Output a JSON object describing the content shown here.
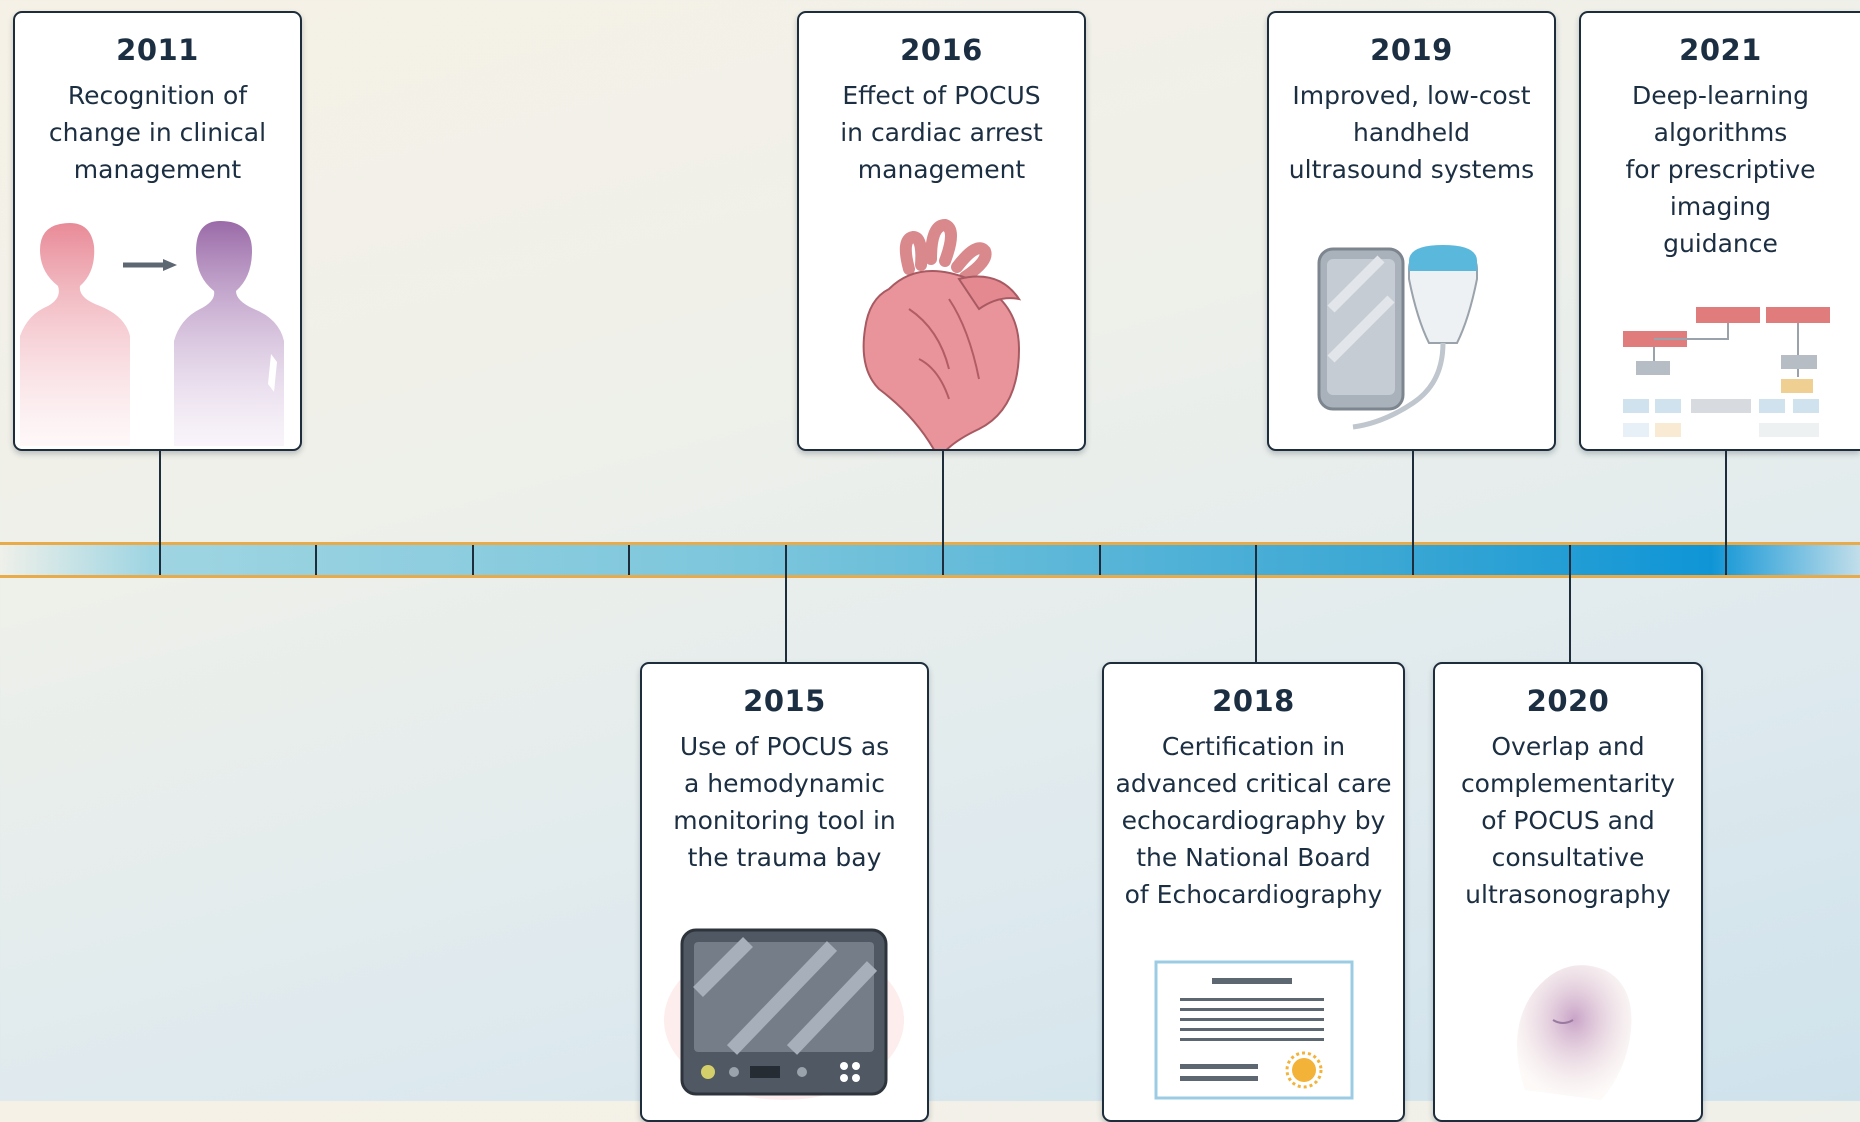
{
  "events": [
    {
      "id": "2011",
      "year": "2011",
      "text": [
        "Recognition of",
        "change in clinical",
        "management"
      ]
    },
    {
      "id": "2015",
      "year": "2015",
      "text": [
        "Use of POCUS as",
        "a hemodynamic",
        "monitoring tool in",
        "the trauma bay"
      ]
    },
    {
      "id": "2016",
      "year": "2016",
      "text": [
        "Effect of POCUS",
        "in cardiac arrest",
        "management"
      ]
    },
    {
      "id": "2018",
      "year": "2018",
      "text": [
        "Certification in",
        "advanced critical care",
        "echocardiography by",
        "the National Board",
        "of Echocardiography"
      ]
    },
    {
      "id": "2019",
      "year": "2019",
      "text": [
        "Improved, low-cost",
        "handheld",
        "ultrasound systems"
      ]
    },
    {
      "id": "2020",
      "year": "2020",
      "text": [
        "Overlap and",
        "complementarity",
        "of POCUS and",
        "consultative",
        "ultrasonography"
      ]
    },
    {
      "id": "2021",
      "year": "2021",
      "text": [
        "Deep-learning",
        "algorithms",
        "for prescriptive",
        "imaging",
        "guidance"
      ]
    }
  ],
  "illustrations": {
    "2011": "patient-clinician-icon",
    "2015": "monitor-icon",
    "2016": "heart-icon",
    "2018": "certificate-icon",
    "2019": "handheld-ultrasound-icon",
    "2020": "face-icon",
    "2021": "flowchart-icon"
  },
  "colors": {
    "accent": "#e9ab4a",
    "dark": "#1e2d3c",
    "bar": "#3aa7d4"
  }
}
